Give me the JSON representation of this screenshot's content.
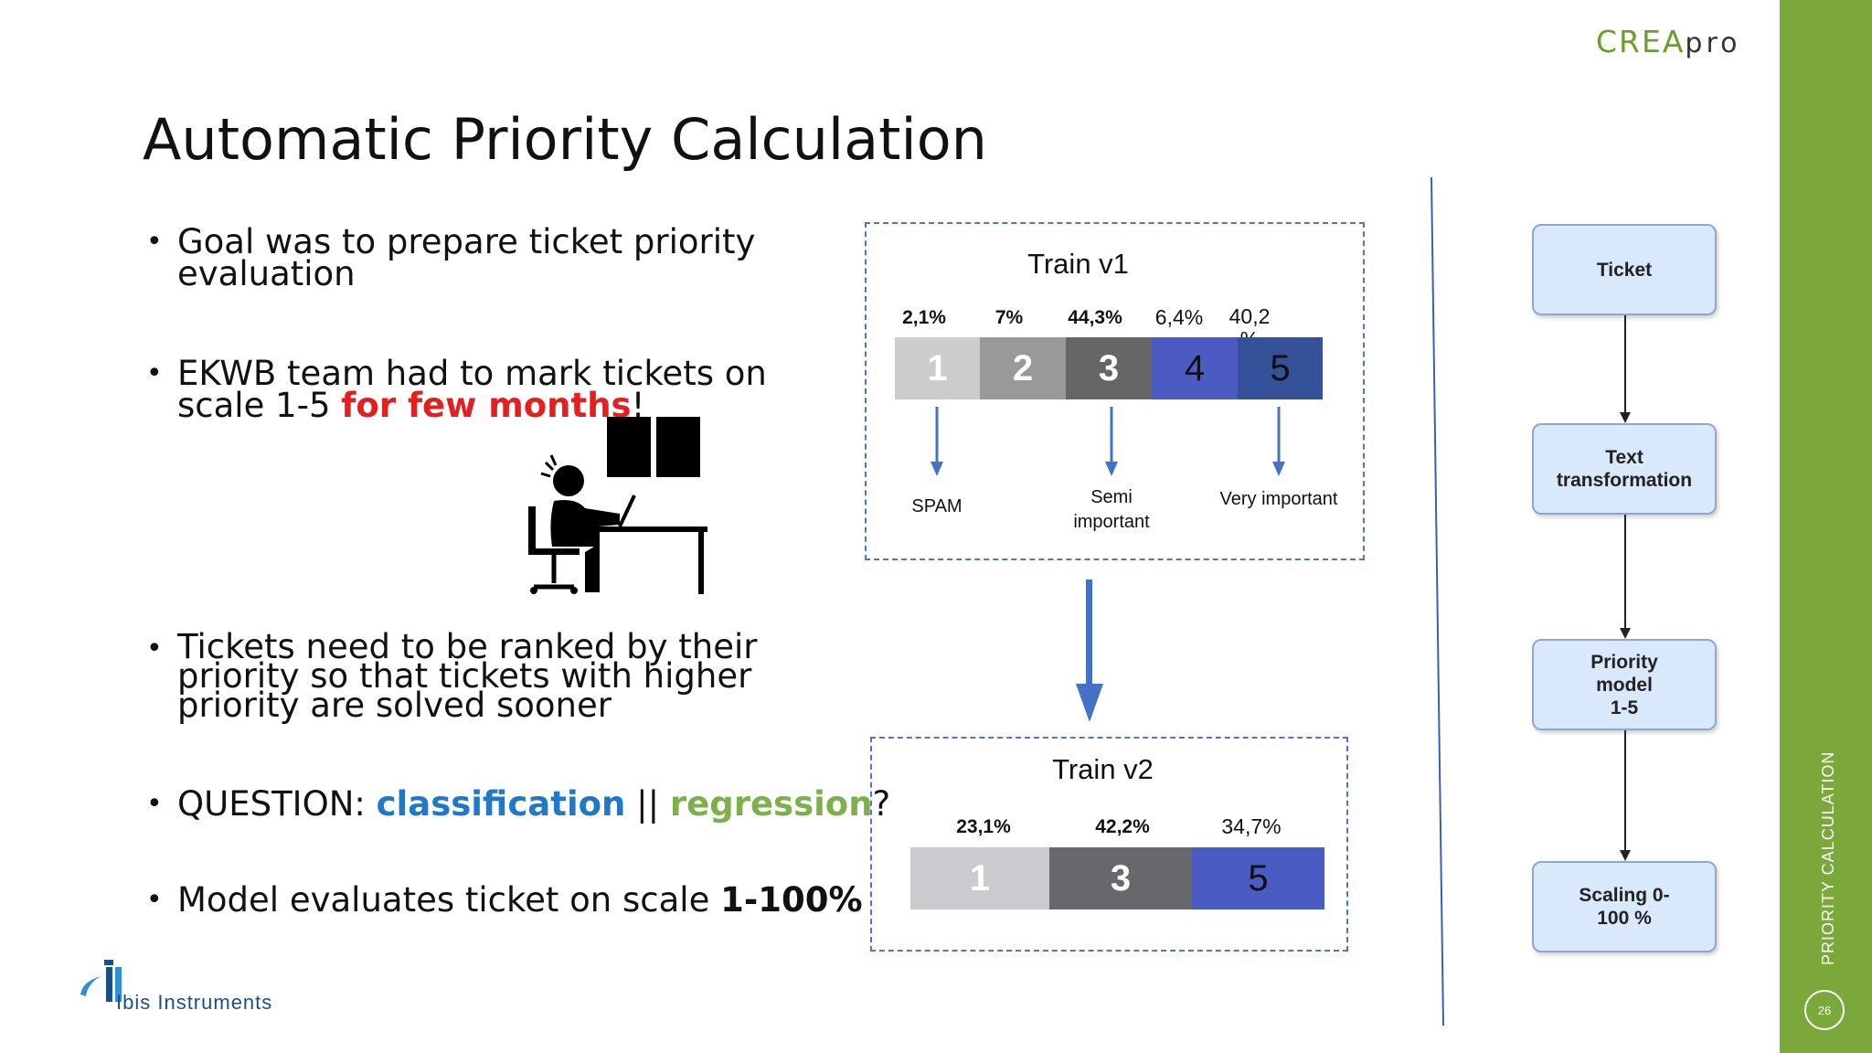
{
  "brand": {
    "crea": "CREA",
    "pro": "pro"
  },
  "title": "Automatic Priority Calculation",
  "bullets": {
    "b1_line1": "Goal was to prepare ticket priority",
    "b1_line2": "evaluation",
    "b2_line1": "EKWB team had to mark tickets on",
    "b2_line2_pre": "scale 1-5 ",
    "b2_line2_red": "for few months",
    "b2_line2_post": "!",
    "b3_line1": "Tickets need to be ranked by their",
    "b3_line2": "priority so that tickets with higher",
    "b3_line3": "priority are solved sooner",
    "b4_pre": "QUESTION: ",
    "b4_blue": "classification",
    "b4_mid": " || ",
    "b4_green": "regression",
    "b4_post": "?",
    "b5_pre": "Model evaluates ticket on scale ",
    "b5_bold": "1-100%"
  },
  "train_v1": {
    "title": "Train v1",
    "percents": [
      "2,1%",
      "7%",
      "44,3%",
      "6,4%",
      "40,2 %"
    ],
    "levels": [
      "1",
      "2",
      "3",
      "4",
      "5"
    ],
    "colors": [
      "#cccccc",
      "#999999",
      "#666666",
      "#4b5bc2",
      "#34519a"
    ],
    "label_spam": "SPAM",
    "label_semi": "Semi important",
    "label_very": "Very important"
  },
  "train_v2": {
    "title": "Train v2",
    "percents": [
      "23,1%",
      "42,2%",
      "34,7%"
    ],
    "levels": [
      "1",
      "3",
      "5"
    ],
    "colors": [
      "#cbcbcf",
      "#68686c",
      "#4a5bc4"
    ]
  },
  "flow": {
    "ticket": "Ticket",
    "text_transformation": "Text transformation",
    "priority_model": "Priority model 1-5",
    "scaling": "Scaling 0-100 %"
  },
  "sidebar": {
    "section": "PRIORITY CALCULATION",
    "page": "26"
  },
  "logo": {
    "text": "Ibis Instruments"
  },
  "accent": "#7ba83a"
}
